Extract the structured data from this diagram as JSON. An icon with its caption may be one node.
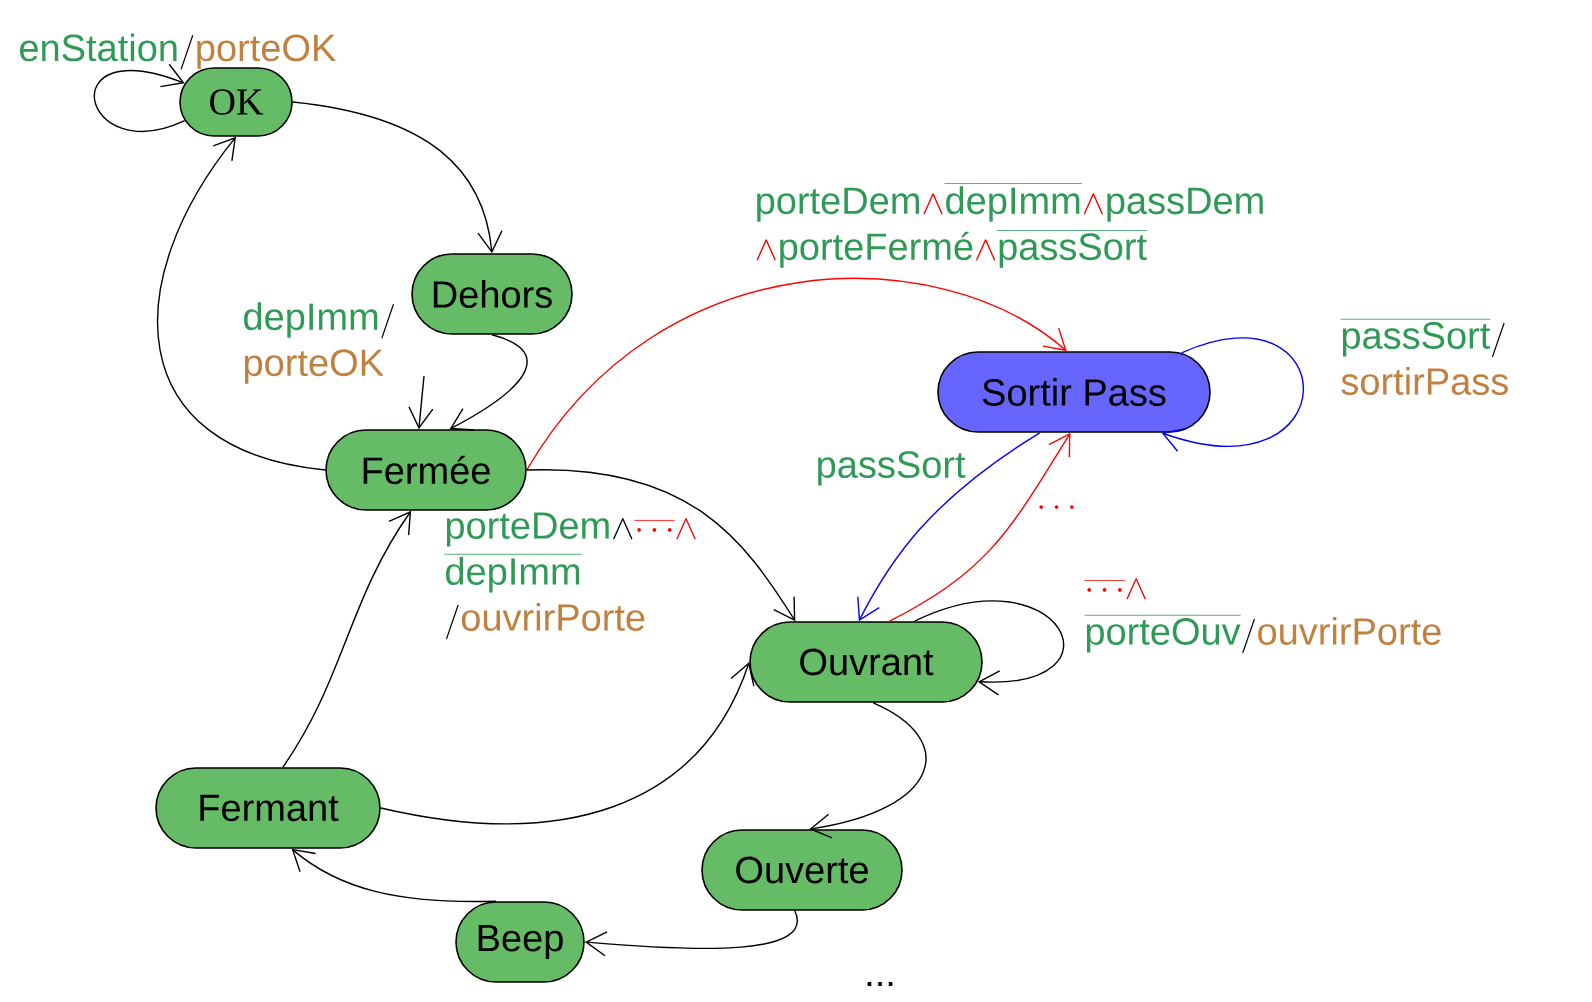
{
  "diagram": {
    "nodes": [
      {
        "text": [
          "OK"
        ]
      },
      {
        "text": [
          "Dehors"
        ]
      },
      {
        "text": [
          "Fermée"
        ]
      },
      {
        "text": [
          "Sortir Pass"
        ]
      },
      {
        "text": [
          "Ouvrant"
        ]
      },
      {
        "text": [
          "Fermant"
        ]
      },
      {
        "text": [
          "Ouverte"
        ]
      },
      {
        "text": [
          "Beep"
        ]
      }
    ],
    "edges": [
      {
        "from": 0,
        "to": 0,
        "arrow": "to",
        "label": "\\textsf{enStation}\\textcolor{black}{/}\\textcolor{brown}{\\textsf{porteOK}}"
      },
      {
        "from": 0,
        "to": 1,
        "arrow": "to"
      },
      {
        "from": 1,
        "to": 2,
        "arrow": "to"
      },
      {
        "from": null,
        "to": 2,
        "arrow": "to",
        "label": "\\begin{array}{l}\\textsf{depImm}\\textcolor{black}{/}\\\\\\textcolor{brown}{\\textsf{porteOK}}\\end{array}"
      },
      {
        "from": 2,
        "to": 0,
        "arrow": "to"
      },
      {
        "from": 2,
        "to": 3,
        "arrow": "to",
        "color": "#ff0000",
        "label": "\\begin{array}{l}\\textsf{porteDem}\\textcolor{red}{\\wedge}\\overline{\\textsf{depImm}}\\textcolor{red}{\\wedge}\\textsf{passDem}\\\\\\textcolor{red}{\\wedge}\\textsf{porteFermé}\\textcolor{red}{\\wedge}\\overline{\\textsf{passSort}}\\end{array}"
      },
      {
        "from": 2,
        "to": 4,
        "arrow": "to",
        "label": "\\begin{array}{l}\\textsf{porteDem}\\textcolor{black}{\\wedge}\\textcolor{red}{\\overline{\\cdots}\\wedge}\\\\\\overline{\\textsf{depImm}}\\\\\\textcolor{black}{/}\\textcolor{brown}{\\textsf{ouvrirPorte}}\\end{array}"
      },
      {
        "from": 3,
        "to": 3,
        "arrow": "to",
        "color": "#0000ff",
        "label": "\\begin{array}{l}\\overline{\\textsf{passSort}}\\textcolor{black}{/}\\\\\\textcolor{brown}{\\textsf{sortirPass}}\\end{array}"
      },
      {
        "from": 3,
        "to": 4,
        "arrow": "to",
        "color": "#0000ff",
        "label": "\\textsf{passSort}"
      },
      {
        "from": 4,
        "to": 3,
        "arrow": "to",
        "color": "#ff0000",
        "label": "\\textcolor{red}{\\cdots}"
      },
      {
        "from": 4,
        "to": 4,
        "arrow": "to",
        "label": "\\begin{array}{l}\\textcolor{red}{\\overline{\\cdots}\\wedge}\\\\\\overline{\\textsf{porteOuv}}\\textcolor{black}{/}\\textcolor{brown}{\\textsf{ouvrirPorte}}\\end{array}"
      },
      {
        "from": 4,
        "to": 6,
        "arrow": "to"
      },
      {
        "from": 6,
        "to": 7,
        "arrow": "to"
      },
      {
        "from": 7,
        "to": 5,
        "arrow": "to"
      },
      {
        "from": 5,
        "to": 2,
        "arrow": "to"
      },
      {
        "from": 5,
        "to": 4,
        "arrow": "to"
      }
    ],
    "labels": [
      "..."
    ]
  }
}
